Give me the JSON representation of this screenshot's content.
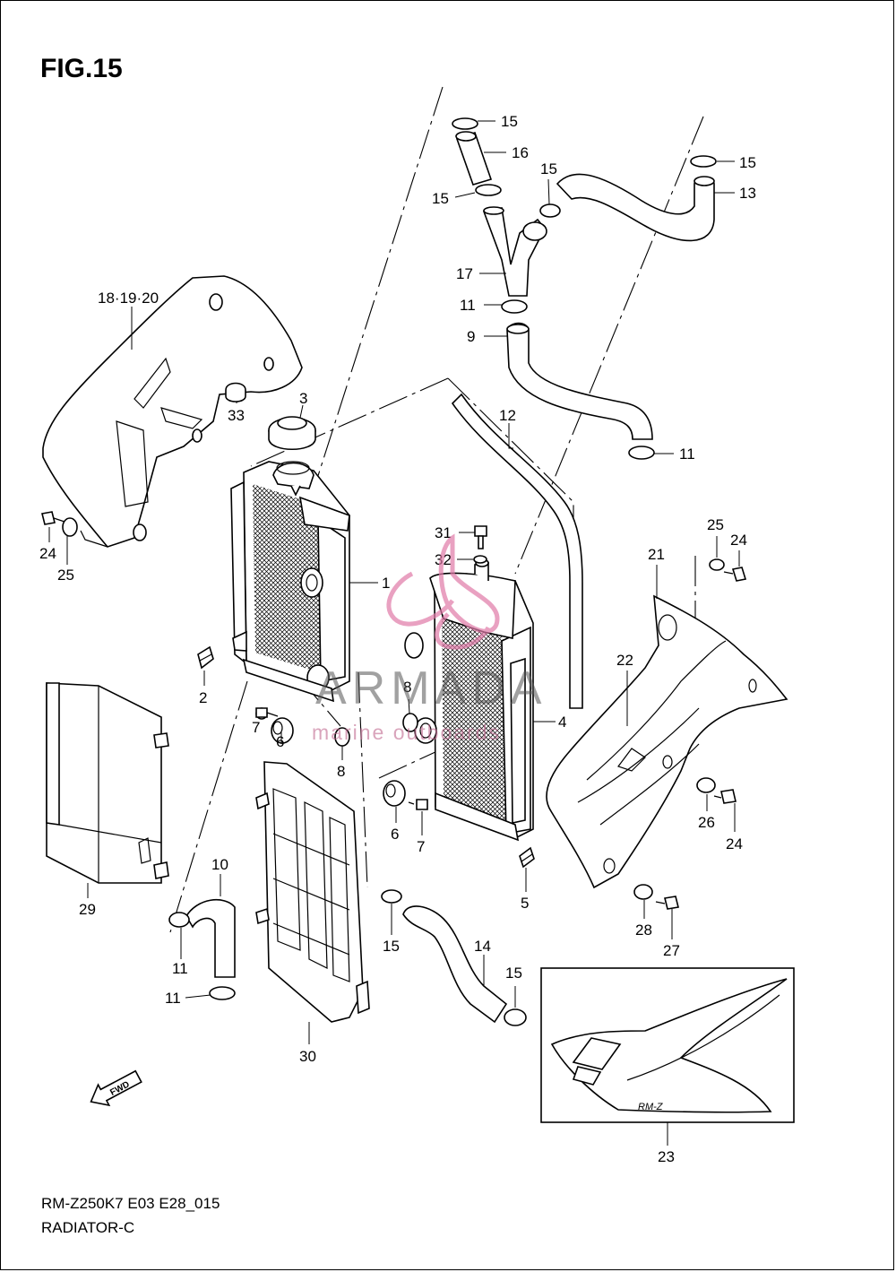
{
  "figure": {
    "title": "FIG.15",
    "model_code": "RM-Z250K7 E03 E28_015",
    "section_name": "RADIATOR-C"
  },
  "watermark": {
    "brand": "ARMADA",
    "tagline": "marine outboards"
  },
  "callouts": {
    "c1": "1",
    "c2": "2",
    "c3": "3",
    "c4": "4",
    "c5": "5",
    "c6a": "6",
    "c6b": "6",
    "c7a": "7",
    "c7b": "7",
    "c8a": "8",
    "c8b": "8",
    "c9": "9",
    "c10": "10",
    "c11a": "11",
    "c11b": "11",
    "c11c": "11",
    "c11d": "11",
    "c12": "12",
    "c13": "13",
    "c14": "14",
    "c15a": "15",
    "c15b": "15",
    "c15c": "15",
    "c15d": "15",
    "c15e": "15",
    "c15f": "15",
    "c16": "16",
    "c17": "17",
    "c18": "18·19·20",
    "c21": "21",
    "c22": "22",
    "c23": "23",
    "c24a": "24",
    "c24b": "24",
    "c24c": "24",
    "c25a": "25",
    "c25b": "25",
    "c26": "26",
    "c27": "27",
    "c28": "28",
    "c29": "29",
    "c30": "30",
    "c31": "31",
    "c32": "32",
    "c33": "33"
  },
  "arrow": {
    "label": "FWD"
  },
  "colors": {
    "line": "#000000",
    "watermark_pink": "#e07aa8",
    "watermark_gray": "#555555"
  }
}
